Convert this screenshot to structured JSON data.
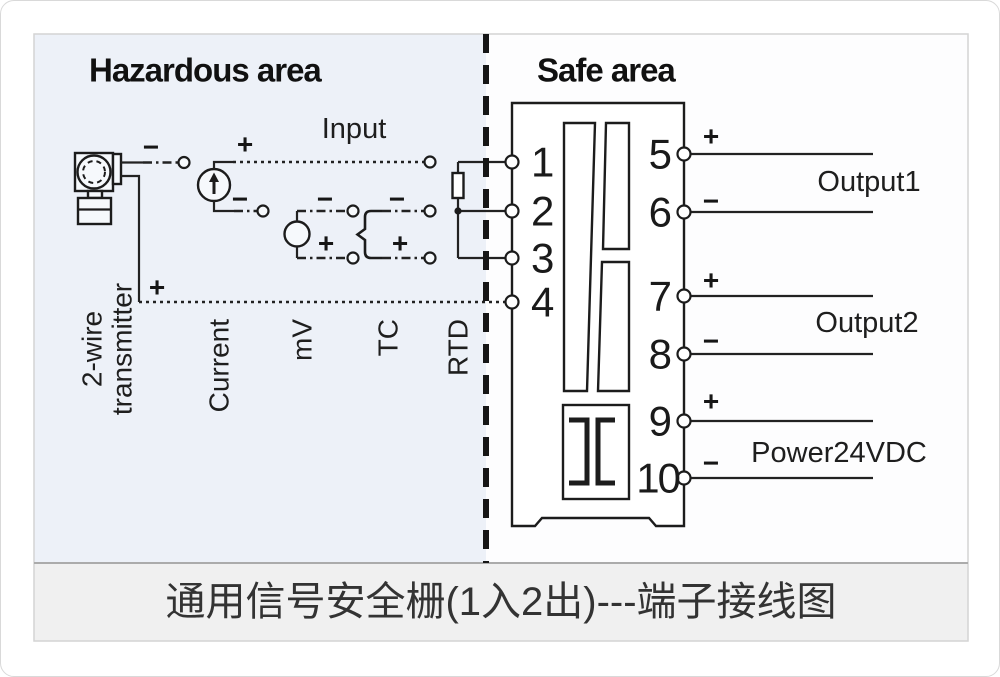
{
  "headers": {
    "hazardous": "Hazardous area",
    "safe": "Safe area"
  },
  "input_label": "Input",
  "source_labels": {
    "transmitter_line1": "2-wire",
    "transmitter_line2": "transmitter",
    "current": "Current",
    "millivolt": "mV",
    "thermocouple": "TC",
    "rtd": "RTD"
  },
  "polarity": {
    "plus": "+",
    "minus": "−"
  },
  "terminals": {
    "left": [
      "1",
      "2",
      "3",
      "4"
    ],
    "right": [
      "5",
      "6",
      "7",
      "8",
      "9",
      "10"
    ]
  },
  "output_labels": {
    "output1": "Output1",
    "output2": "Output2",
    "power": "Power24VDC"
  },
  "caption": "通用信号安全栅(1入2出)---端子接线图",
  "colors": {
    "hazardous_bg": "#edf1f8",
    "safe_bg": "#fdfdfe",
    "caption_bg": "#f0f0f0",
    "line": "#1f1f1f",
    "boundary": "#161616"
  }
}
